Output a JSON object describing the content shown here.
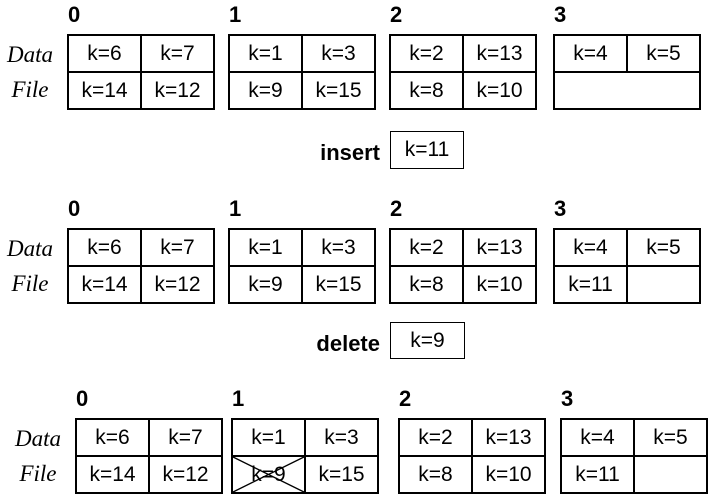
{
  "page": {
    "background": "#ffffff",
    "line_color": "#000000"
  },
  "stages": [
    {
      "side_label": [
        "Data",
        "File"
      ],
      "buckets": [
        {
          "label": "0",
          "cells": [
            [
              "k=6",
              "k=7"
            ],
            [
              "k=14",
              "k=12"
            ]
          ]
        },
        {
          "label": "1",
          "cells": [
            [
              "k=1",
              "k=3"
            ],
            [
              "k=9",
              "k=15"
            ]
          ]
        },
        {
          "label": "2",
          "cells": [
            [
              "k=2",
              "k=13"
            ],
            [
              "k=8",
              "k=10"
            ]
          ]
        },
        {
          "label": "3",
          "cells": [
            [
              "k=4",
              "k=5"
            ],
            [
              ""
            ]
          ],
          "bottom_row_spanned": true
        }
      ]
    },
    {
      "side_label": [
        "Data",
        "File"
      ],
      "buckets": [
        {
          "label": "0",
          "cells": [
            [
              "k=6",
              "k=7"
            ],
            [
              "k=14",
              "k=12"
            ]
          ]
        },
        {
          "label": "1",
          "cells": [
            [
              "k=1",
              "k=3"
            ],
            [
              "k=9",
              "k=15"
            ]
          ]
        },
        {
          "label": "2",
          "cells": [
            [
              "k=2",
              "k=13"
            ],
            [
              "k=8",
              "k=10"
            ]
          ]
        },
        {
          "label": "3",
          "cells": [
            [
              "k=4",
              "k=5"
            ],
            [
              "k=11",
              ""
            ]
          ]
        }
      ]
    },
    {
      "side_label": [
        "Data",
        "File"
      ],
      "buckets": [
        {
          "label": "0",
          "cells": [
            [
              "k=6",
              "k=7"
            ],
            [
              "k=14",
              "k=12"
            ]
          ]
        },
        {
          "label": "1",
          "cells": [
            [
              "k=1",
              "k=3"
            ],
            [
              "k=9",
              "k=15"
            ]
          ],
          "crossed_cell": {
            "row": 1,
            "col": 0,
            "value": "k=9"
          }
        },
        {
          "label": "2",
          "cells": [
            [
              "k=2",
              "k=13"
            ],
            [
              "k=8",
              "k=10"
            ]
          ]
        },
        {
          "label": "3",
          "cells": [
            [
              "k=4",
              "k=5"
            ],
            [
              "k=11",
              ""
            ]
          ]
        }
      ]
    }
  ],
  "operations": [
    {
      "label": "insert",
      "value": "k=11"
    },
    {
      "label": "delete",
      "value": "k=9"
    }
  ]
}
